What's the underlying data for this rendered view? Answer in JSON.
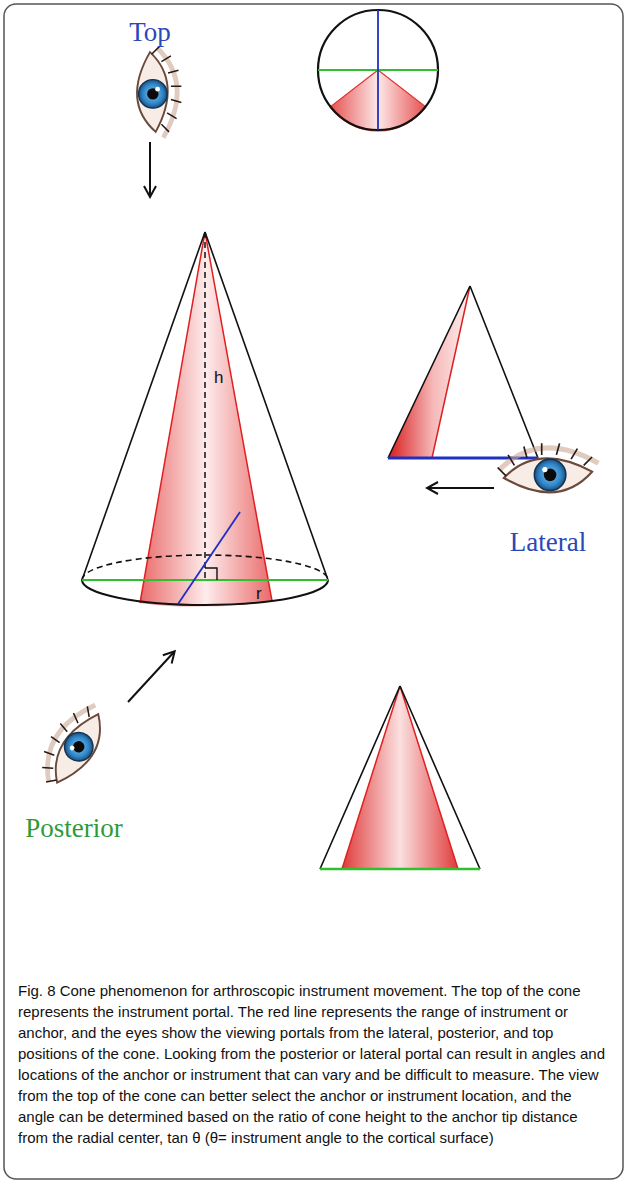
{
  "diagram": {
    "caption": "Fig. 8 Cone phenomenon for arthroscopic instrument movement. The top of the cone represents the instrument portal. The red line represents the range of instrument or anchor, and the eyes show the viewing portals from the lateral, posterior, and top positions of the cone. Looking from the posterior or lateral portal can result in angles and locations of the anchor or instrument that can vary and be difficult to measure. The view from the top of the cone can better select the anchor or instrument location, and the angle can be determined based on the ratio of cone height to the anchor tip distance from the radial center, tan θ (θ= instrument angle to the cortical surface)",
    "labels": [
      "Top",
      "h",
      "r",
      "Lateral",
      "Posterior"
    ]
  }
}
